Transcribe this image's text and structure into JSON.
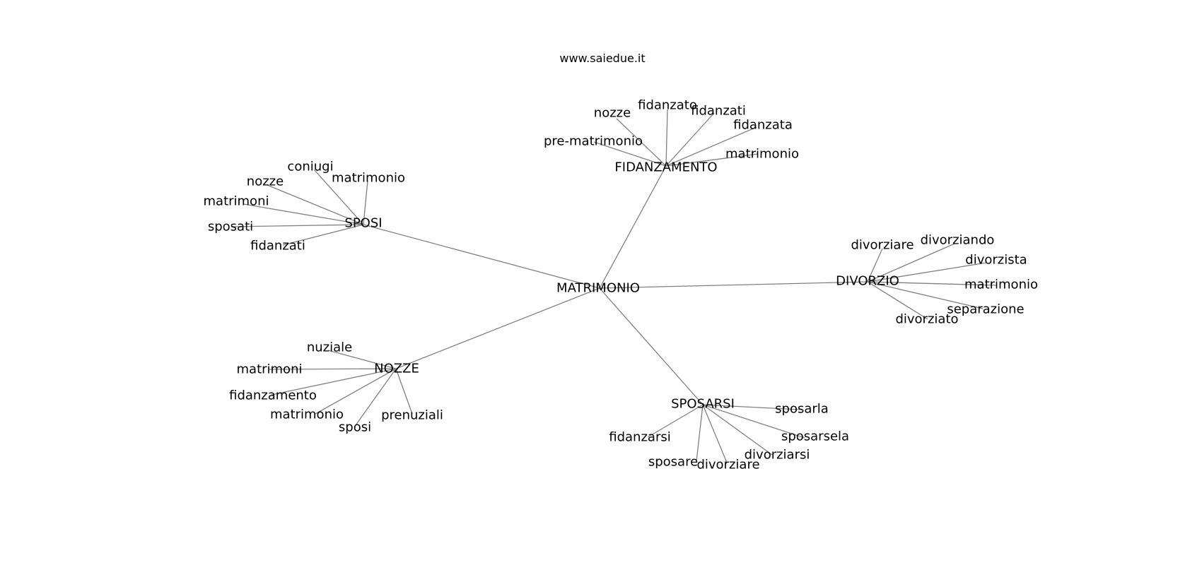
{
  "site": "www.saiedue.it",
  "colors": {
    "edge": "#808080",
    "text": "#000000",
    "background": "#ffffff"
  },
  "root": {
    "id": "matrimonio",
    "label": "MATRIMONIO"
  },
  "hubs": [
    {
      "id": "fidanzamento",
      "label": "FIDANZAMENTO",
      "leaves": [
        "nozze",
        "fidanzato",
        "fidanzati",
        "fidanzata",
        "pre-matrimonio",
        "matrimonio"
      ]
    },
    {
      "id": "sposi",
      "label": "SPOSI",
      "leaves": [
        "coniugi",
        "matrimonio",
        "nozze",
        "matrimoni",
        "sposati",
        "fidanzati"
      ]
    },
    {
      "id": "divorzio",
      "label": "DIVORZIO",
      "leaves": [
        "divorziare",
        "divorziando",
        "divorzista",
        "matrimonio",
        "separazione",
        "divorziato"
      ]
    },
    {
      "id": "nozze",
      "label": "NOZZE",
      "leaves": [
        "nuziale",
        "matrimoni",
        "fidanzamento",
        "matrimonio",
        "sposi",
        "prenuziali"
      ]
    },
    {
      "id": "sposarsi",
      "label": "SPOSARSI",
      "leaves": [
        "sposarla",
        "sposarsela",
        "divorziarsi",
        "divorziare",
        "sposare",
        "fidanzarsi"
      ]
    }
  ]
}
